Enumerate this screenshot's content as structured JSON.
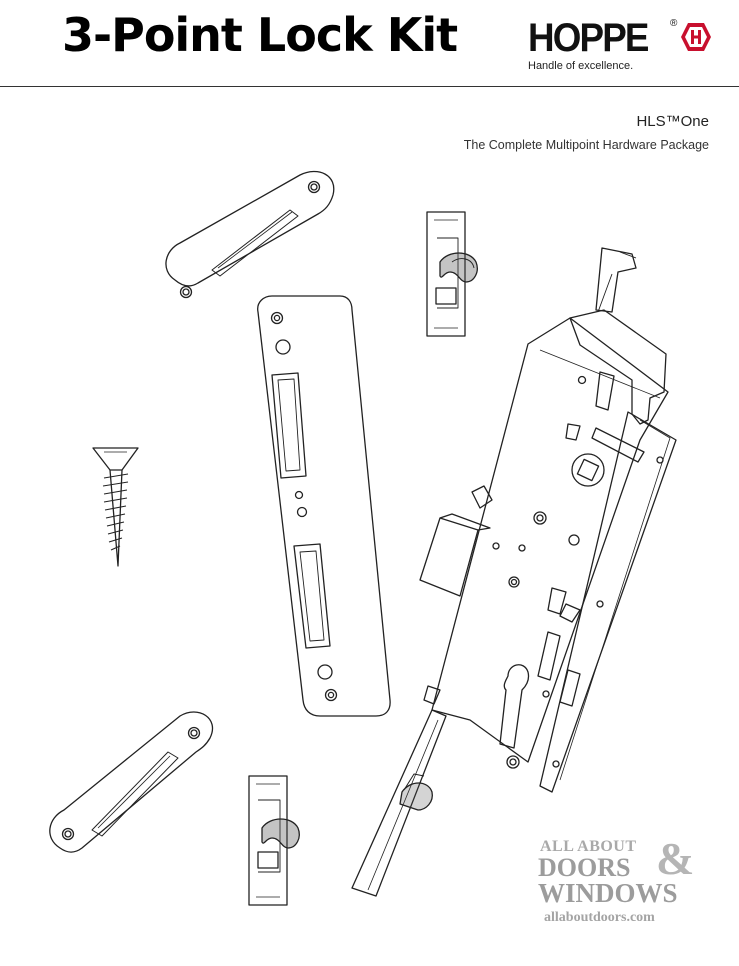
{
  "header": {
    "title": "3-Point Lock Kit",
    "brand_name": "HOPPE",
    "brand_registered": "®",
    "brand_tagline": "Handle of excellence."
  },
  "product": {
    "name": "HLS™One",
    "subtitle": "The Complete Multipoint Hardware Package"
  },
  "watermark": {
    "line1": "ALL ABOUT",
    "line2": "DOORS",
    "ampersand": "&",
    "line3": "WINDOWS",
    "url": "allaboutdoors.com"
  },
  "colors": {
    "brand_red": "#c8102e",
    "line": "#222222",
    "watermark_gray": "#9c9c9c"
  },
  "icons": [
    "hoppe-logo-icon"
  ]
}
